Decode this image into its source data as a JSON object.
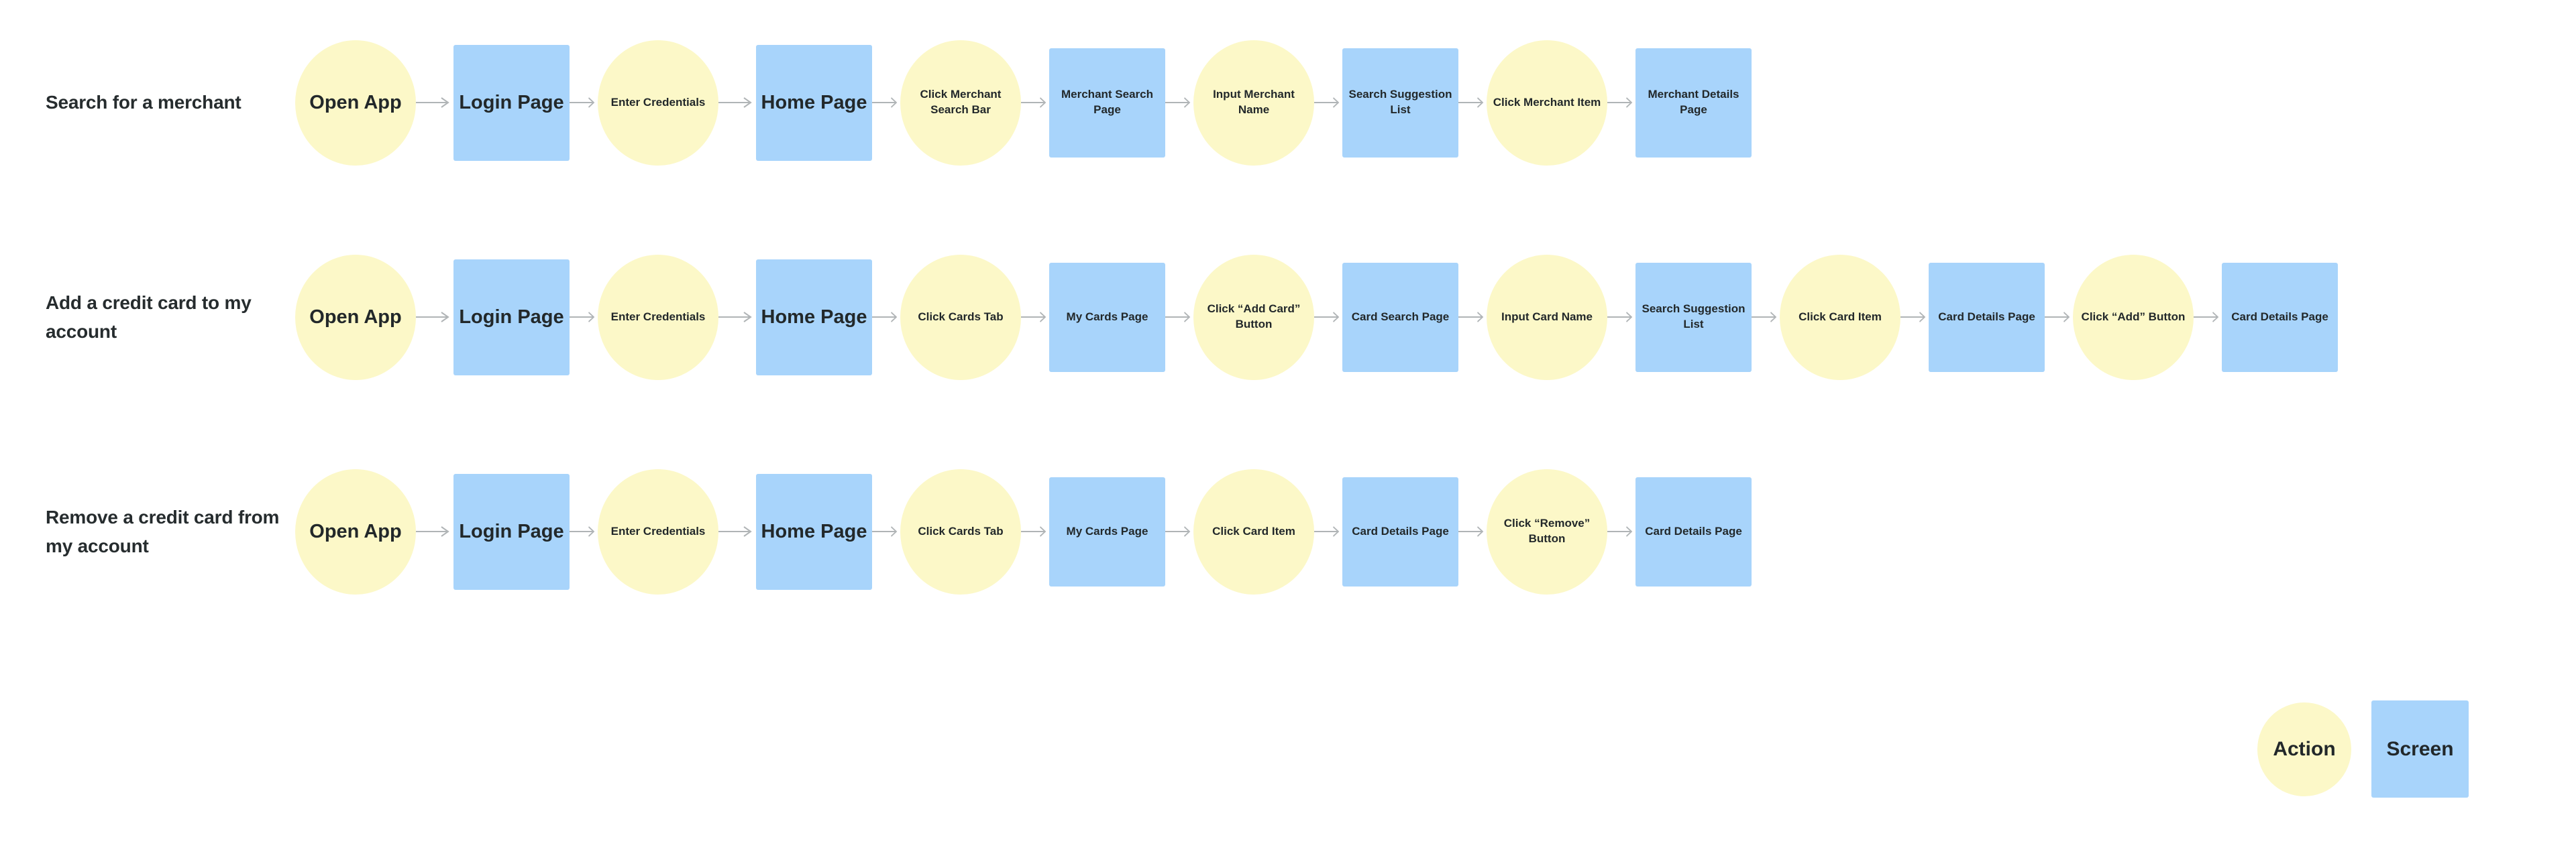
{
  "colors": {
    "action_fill": "#fcf8c8",
    "screen_fill": "#a8d4fb",
    "text": "#22282a",
    "title_text": "#262c2e",
    "connector": "#b0b4b6",
    "background": "#ffffff"
  },
  "legend": {
    "action_label": "Action",
    "screen_label": "Screen"
  },
  "flows": [
    {
      "title": "Search for a merchant",
      "nodes": [
        {
          "type": "action",
          "label": "Open App",
          "size": "lg"
        },
        {
          "type": "screen",
          "label": "Login Page",
          "size": "lg"
        },
        {
          "type": "action",
          "label": "Enter Credentials",
          "size": "sm"
        },
        {
          "type": "screen",
          "label": "Home Page",
          "size": "lg"
        },
        {
          "type": "action",
          "label": "Click Merchant Search Bar",
          "size": "sm"
        },
        {
          "type": "screen",
          "label": "Merchant Search Page",
          "size": "sm"
        },
        {
          "type": "action",
          "label": "Input Merchant Name",
          "size": "sm"
        },
        {
          "type": "screen",
          "label": "Search Suggestion List",
          "size": "sm"
        },
        {
          "type": "action",
          "label": "Click Merchant Item",
          "size": "sm"
        },
        {
          "type": "screen",
          "label": "Merchant Details Page",
          "size": "sm"
        }
      ]
    },
    {
      "title": "Add a credit card to my account",
      "nodes": [
        {
          "type": "action",
          "label": "Open App",
          "size": "lg"
        },
        {
          "type": "screen",
          "label": "Login Page",
          "size": "lg"
        },
        {
          "type": "action",
          "label": "Enter Credentials",
          "size": "sm"
        },
        {
          "type": "screen",
          "label": "Home Page",
          "size": "lg"
        },
        {
          "type": "action",
          "label": "Click Cards Tab",
          "size": "sm"
        },
        {
          "type": "screen",
          "label": "My Cards Page",
          "size": "sm"
        },
        {
          "type": "action",
          "label": "Click “Add Card” Button",
          "size": "sm"
        },
        {
          "type": "screen",
          "label": "Card Search Page",
          "size": "sm"
        },
        {
          "type": "action",
          "label": "Input Card Name",
          "size": "sm"
        },
        {
          "type": "screen",
          "label": "Search Suggestion List",
          "size": "sm"
        },
        {
          "type": "action",
          "label": "Click Card Item",
          "size": "sm"
        },
        {
          "type": "screen",
          "label": "Card Details Page",
          "size": "sm"
        },
        {
          "type": "action",
          "label": "Click “Add” Button",
          "size": "sm"
        },
        {
          "type": "screen",
          "label": "Card Details Page",
          "size": "sm"
        }
      ]
    },
    {
      "title": "Remove a credit card from my account",
      "nodes": [
        {
          "type": "action",
          "label": "Open App",
          "size": "lg"
        },
        {
          "type": "screen",
          "label": "Login Page",
          "size": "lg"
        },
        {
          "type": "action",
          "label": "Enter Credentials",
          "size": "sm"
        },
        {
          "type": "screen",
          "label": "Home Page",
          "size": "lg"
        },
        {
          "type": "action",
          "label": "Click Cards Tab",
          "size": "sm"
        },
        {
          "type": "screen",
          "label": "My Cards Page",
          "size": "sm"
        },
        {
          "type": "action",
          "label": "Click Card Item",
          "size": "sm"
        },
        {
          "type": "screen",
          "label": "Card Details Page",
          "size": "sm"
        },
        {
          "type": "action",
          "label": "Click “Remove” Button",
          "size": "sm"
        },
        {
          "type": "screen",
          "label": "Card Details Page",
          "size": "sm"
        }
      ]
    }
  ]
}
